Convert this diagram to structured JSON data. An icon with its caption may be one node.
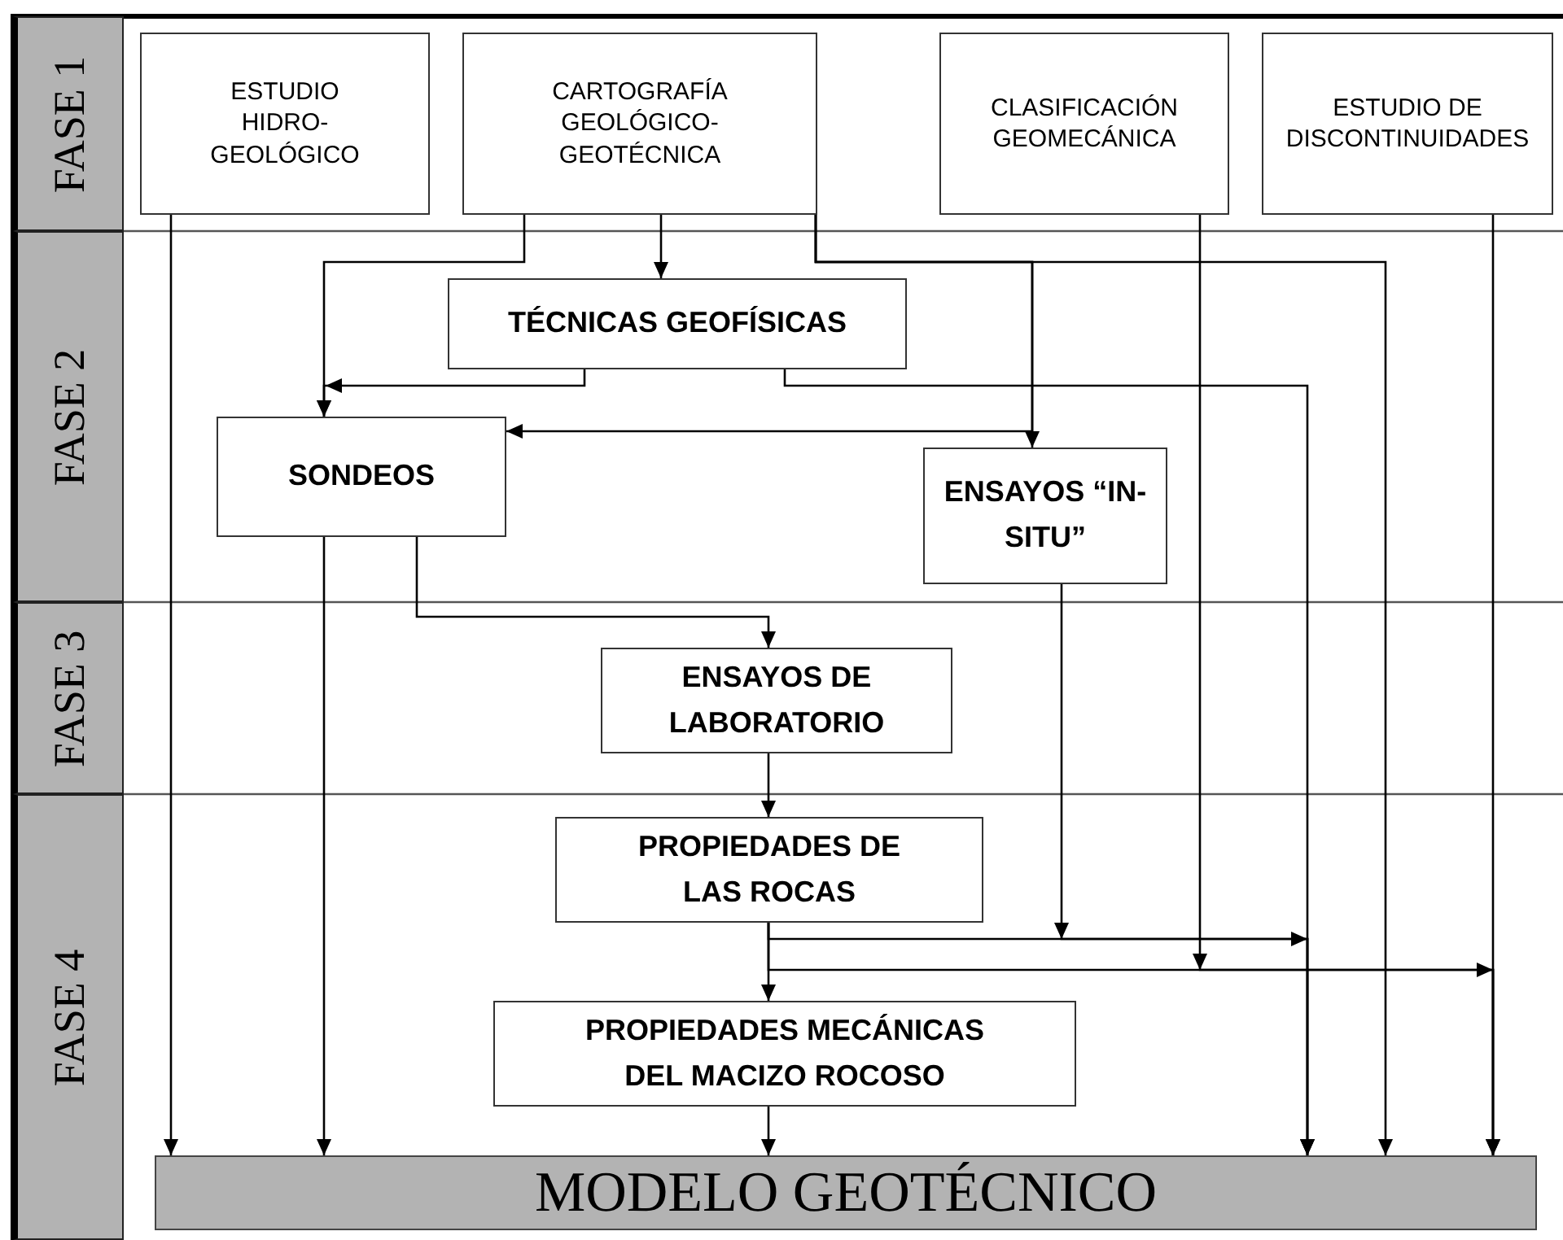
{
  "diagram": {
    "nodes": [
      {
        "text": [
          "FASE 1"
        ]
      },
      {
        "text": [
          "FASE 2"
        ]
      },
      {
        "text": [
          "FASE 3"
        ]
      },
      {
        "text": [
          "FASE 4"
        ]
      },
      {
        "text": [
          "ESTUDIO HIDRO- GEOLÓGICO"
        ]
      },
      {
        "text": [
          "CARTOGRAFÍA GEOLÓGICO- GEOTÉCNICA"
        ]
      },
      {
        "text": [
          "CLASIFICACIÓN GEOMECÁNICA"
        ]
      },
      {
        "text": [
          "ESTUDIO DE DISCONTINUIDADES"
        ]
      },
      {
        "text": [
          "TÉCNICAS GEOFÍSICAS"
        ]
      },
      {
        "text": [
          "SONDEOS"
        ]
      },
      {
        "text": [
          "ENSAYOS “IN-SITU”"
        ]
      },
      {
        "text": [
          "ENSAYOS DE LABORATORIO"
        ]
      },
      {
        "text": [
          "PROPIEDADES DE LAS ROCAS"
        ]
      },
      {
        "text": [
          "PROPIEDADES MECÁNICAS DEL MACIZO ROCOSO"
        ]
      },
      {
        "text": [
          "MODELO GEOTÉCNICO"
        ]
      }
    ],
    "edges": [
      {
        "from": 4,
        "to": 14,
        "arrow": "to"
      },
      {
        "from": 5,
        "to": 8,
        "arrow": "to"
      },
      {
        "from": 5,
        "to": 9,
        "arrow": "to"
      },
      {
        "from": 5,
        "to": 10,
        "arrow": "to"
      },
      {
        "from": 5,
        "to": 9,
        "arrow": "to"
      },
      {
        "from": 5,
        "to": 14,
        "arrow": "to"
      },
      {
        "from": 8,
        "to": 9,
        "arrow": "to"
      },
      {
        "from": 8,
        "to": 14,
        "arrow": "to"
      },
      {
        "from": 9,
        "to": 14,
        "arrow": "to"
      },
      {
        "from": 9,
        "to": 11,
        "arrow": "to"
      },
      {
        "from": 10,
        "to": 14,
        "arrow": "to"
      },
      {
        "from": 6,
        "to": 14,
        "arrow": "to"
      },
      {
        "from": 7,
        "to": 14,
        "arrow": "to"
      },
      {
        "from": 11,
        "to": 12,
        "arrow": "to"
      },
      {
        "from": 12,
        "to": 13,
        "arrow": "to"
      },
      {
        "from": 12,
        "to": 14,
        "arrow": "to"
      },
      {
        "from": 12,
        "to": 14,
        "arrow": "to"
      },
      {
        "from": 13,
        "to": 14,
        "arrow": "to"
      }
    ]
  }
}
